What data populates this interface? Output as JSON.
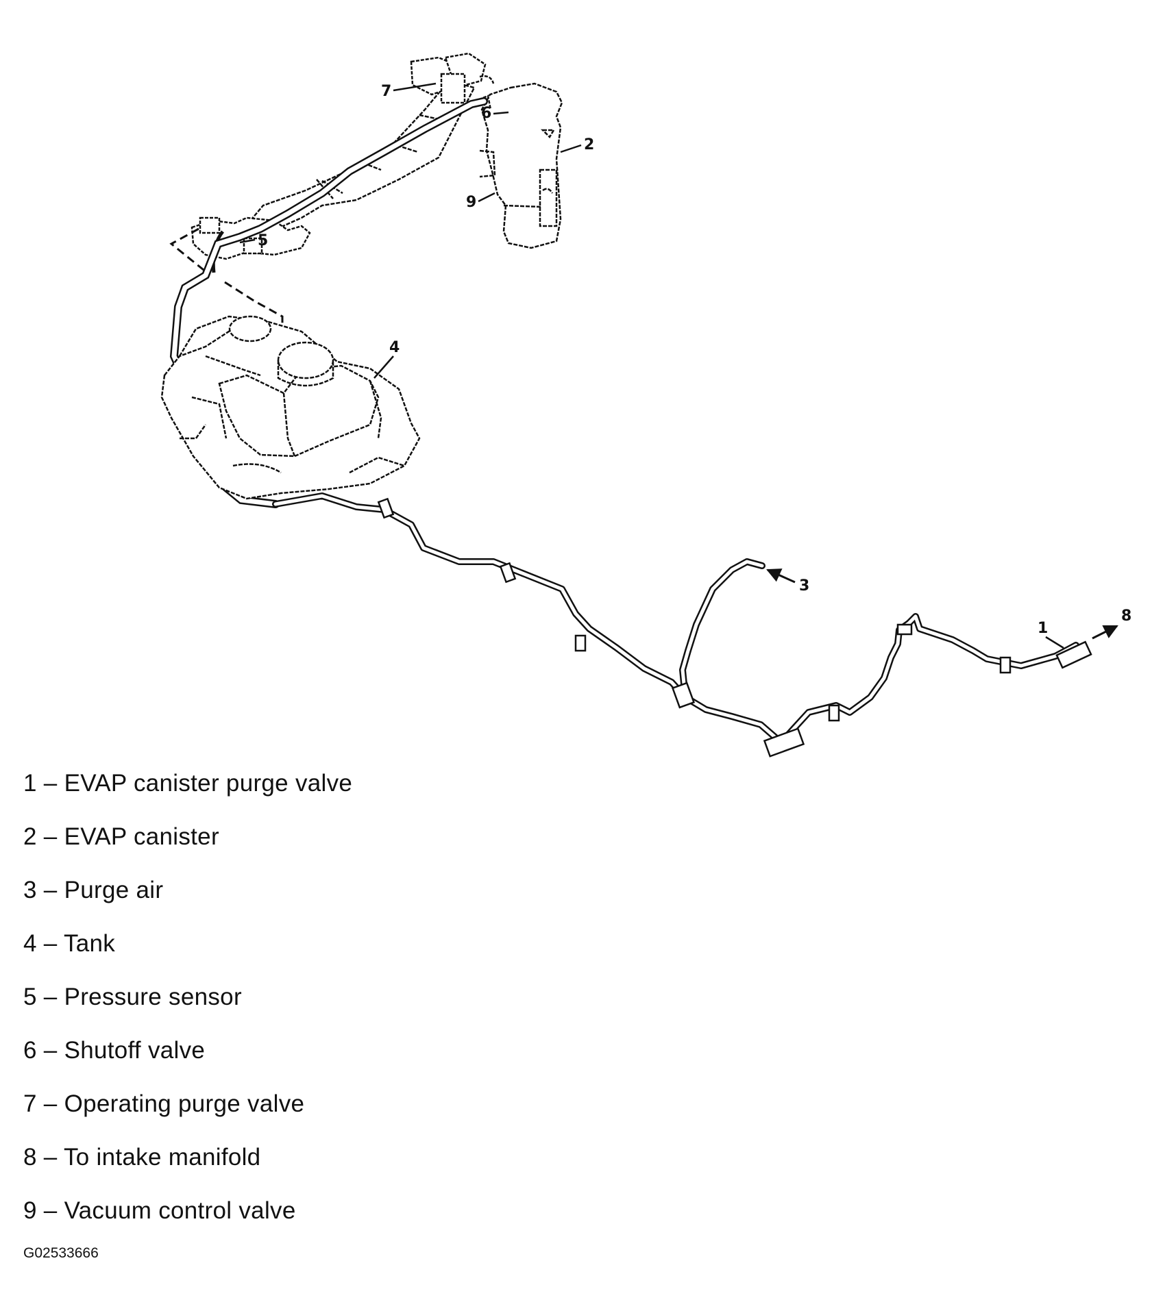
{
  "callouts": {
    "c1": "1",
    "c2": "2",
    "c3": "3",
    "c4": "4",
    "c5": "5",
    "c6": "6",
    "c7": "7",
    "c8": "8",
    "c9": "9"
  },
  "legend": [
    "1 – EVAP canister purge valve",
    "2 – EVAP canister",
    "3 – Purge air",
    "4 – Tank",
    "5 – Pressure sensor",
    "6 – Shutoff valve",
    "7 – Operating purge valve",
    "8 – To intake manifold",
    "9 – Vacuum control valve"
  ],
  "figure_code": "G02533666"
}
